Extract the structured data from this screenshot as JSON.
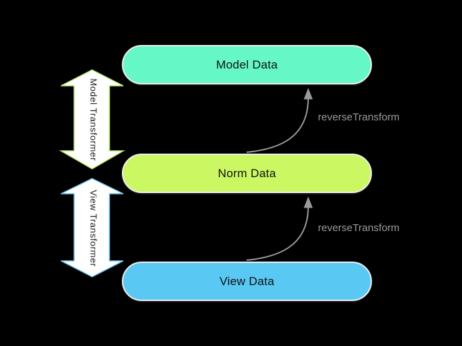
{
  "diagram": {
    "background": "#000000",
    "nodes": [
      {
        "label": "Model Data",
        "fill": "#66F7C7"
      },
      {
        "label": "Norm Data",
        "fill": "#CBF763"
      },
      {
        "label": "View Data",
        "fill": "#59C8F2"
      }
    ],
    "transformers": [
      {
        "label": "Model Transformer",
        "stroke": "#BCE96A",
        "fill": "#FFFFFF"
      },
      {
        "label": "View Transformer",
        "stroke": "#6FC3EA",
        "fill": "#FFFFFF"
      }
    ],
    "reverse_transforms": [
      {
        "label": "reverseTransform"
      },
      {
        "label": "reverseTransform"
      }
    ],
    "arrow_color": "#999999",
    "node_border": "#EDEDED",
    "node_text_color": "#111111"
  }
}
